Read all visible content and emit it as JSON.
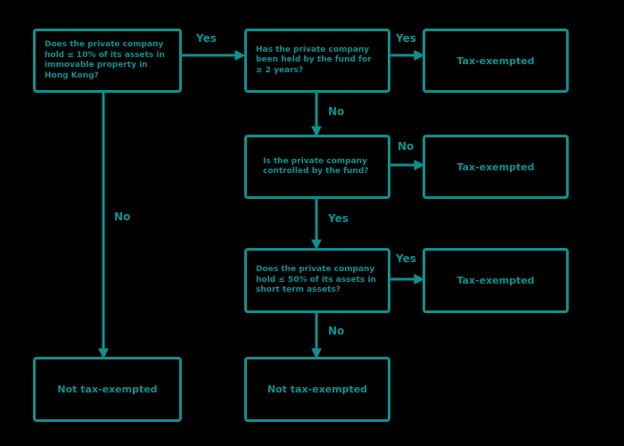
{
  "nodes": {
    "q1": "Does the private company hold ≤ 10% of its assets in immovable property in Hong Kong?",
    "q2": "Has the private company been held by the fund for ≥ 2 years?",
    "q3": "Is the private company controlled by the fund?",
    "q4": "Does the private company hold ≤ 50% of its assets in short term assets?",
    "r_exempt_1": "Tax-exempted",
    "r_exempt_2": "Tax-exempted",
    "r_exempt_3": "Tax-exempted",
    "r_not_1": "Not tax-exempted",
    "r_not_2": "Not tax-exempted"
  },
  "edges": {
    "q1_to_q2": "Yes",
    "q1_to_not": "No",
    "q2_to_exempt": "Yes",
    "q2_to_q3": "No",
    "q3_to_exempt": "No",
    "q3_to_q4": "Yes",
    "q4_to_exempt": "Yes",
    "q4_to_not": "No"
  },
  "colors": {
    "accent": "#0e9090",
    "background": "#000000"
  }
}
